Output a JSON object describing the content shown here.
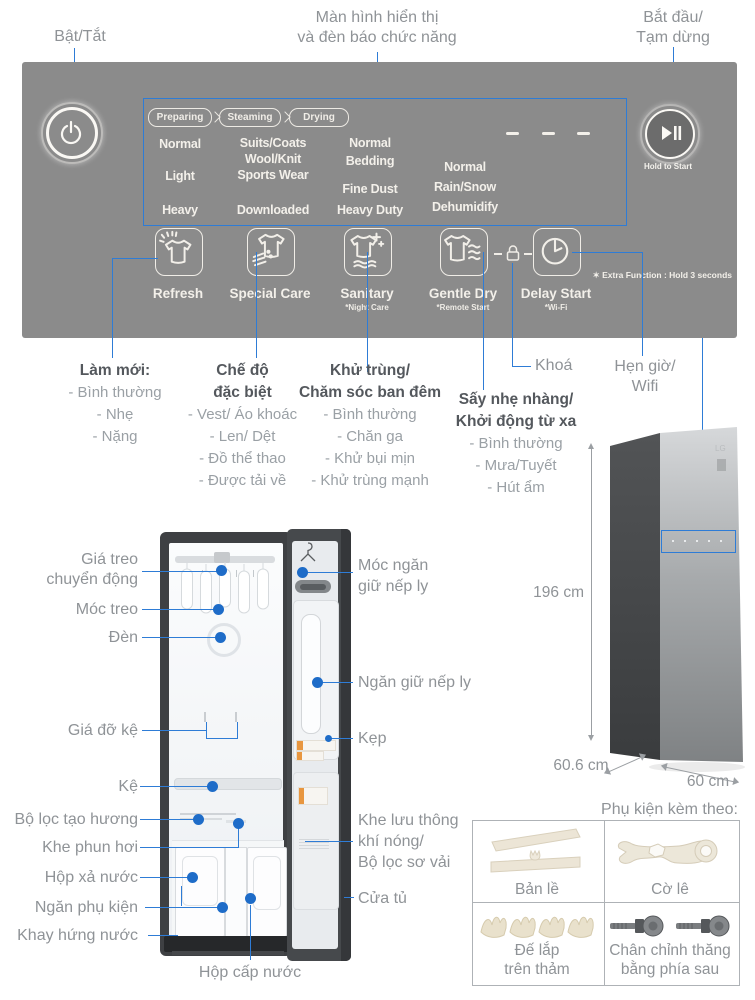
{
  "colors": {
    "accent": "#2e7cd6",
    "panel_bg": "#8b8b8b",
    "panel_text": "#f3f0ea",
    "callout_text": "#8f9397",
    "group_title": "#54585d",
    "group_item": "#9aa0a5",
    "marker_dot": "#1e6cc8"
  },
  "callouts": {
    "power": "Bật/Tắt",
    "display_line1": "Màn hình hiển thị",
    "display_line2": "và đèn báo chức năng",
    "start_line1": "Bắt đầu/",
    "start_line2": "Tạm dừng",
    "lock": "Khoá",
    "timer_line1": "Hẹn giờ/",
    "timer_line2": "Wifi"
  },
  "panel": {
    "stages": [
      "Preparing",
      "Steaming",
      "Drying"
    ],
    "program_columns": [
      {
        "items": [
          "Normal",
          "Light",
          "Heavy"
        ]
      },
      {
        "items": [
          "Suits/Coats",
          "Wool/Knit",
          "Sports Wear",
          "Downloaded"
        ]
      },
      {
        "items": [
          "Normal",
          "Bedding",
          "Fine Dust",
          "Heavy Duty"
        ]
      },
      {
        "items": [
          "Normal",
          "Rain/Snow",
          "Dehumidify"
        ]
      }
    ],
    "buttons": [
      {
        "label": "Refresh"
      },
      {
        "label": "Special Care"
      },
      {
        "label": "Sanitary",
        "sub": "*Night Care"
      },
      {
        "label": "Gentle Dry",
        "sub": "*Remote Start"
      },
      {
        "label": "Delay Start",
        "sub": "*Wi-Fi"
      }
    ],
    "hold_to_start": "Hold to Start",
    "extra_note": "✶ Extra Function : Hold 3 seconds"
  },
  "feature_groups": [
    {
      "title_lines": [
        "Làm mới:"
      ],
      "items": [
        "- Bình thường",
        "- Nhẹ",
        "- Nặng"
      ]
    },
    {
      "title_lines": [
        "Chế độ",
        "đặc biệt"
      ],
      "items": [
        "- Vest/ Áo khoác",
        "- Len/ Dệt",
        "- Đồ thể thao",
        "- Được tải về"
      ]
    },
    {
      "title_lines": [
        "Khử trùng/",
        "Chăm sóc ban đêm"
      ],
      "items": [
        "- Bình thường",
        "- Chăn ga",
        "- Khử bụi mịn",
        "- Khử trùng mạnh"
      ]
    },
    {
      "title_lines": [
        "Sấy nhẹ nhàng/",
        "Khởi động từ xa"
      ],
      "items": [
        "- Bình thường",
        "- Mưa/Tuyết",
        "- Hút ẩm"
      ]
    }
  ],
  "parts_left": [
    {
      "line1": "Giá treo",
      "line2": "chuyển động"
    },
    {
      "line1": "Móc treo"
    },
    {
      "line1": "Đèn"
    },
    {
      "line1": "Giá đỡ kệ"
    },
    {
      "line1": "Kệ"
    },
    {
      "line1": "Bộ lọc tạo hương"
    },
    {
      "line1": "Khe phun hơi"
    },
    {
      "line1": "Hộp xả nước"
    },
    {
      "line1": "Ngăn phụ kiện"
    },
    {
      "line1": "Khay hứng nước"
    },
    {
      "line1": "Hộp cấp nước"
    }
  ],
  "parts_right": [
    {
      "line1": "Móc ngăn",
      "line2": "giữ nếp ly"
    },
    {
      "line1": "Ngăn giữ nếp ly"
    },
    {
      "line1": "Kẹp"
    },
    {
      "line1": "Khe lưu thông",
      "line2": "khí nóng/",
      "line3": "Bộ lọc sơ vải"
    },
    {
      "line1": "Cửa tủ"
    }
  ],
  "dimensions": {
    "height": "196 cm",
    "depth": "60.6 cm",
    "width": "60 cm"
  },
  "accessories": {
    "title": "Phụ kiện kèm theo:",
    "items": [
      {
        "line1": "Bản lề"
      },
      {
        "line1": "Cờ lê"
      },
      {
        "line1": "Đế lắp",
        "line2": "trên thảm"
      },
      {
        "line1": "Chân chỉnh thăng",
        "line2": "bằng phía sau"
      }
    ]
  }
}
